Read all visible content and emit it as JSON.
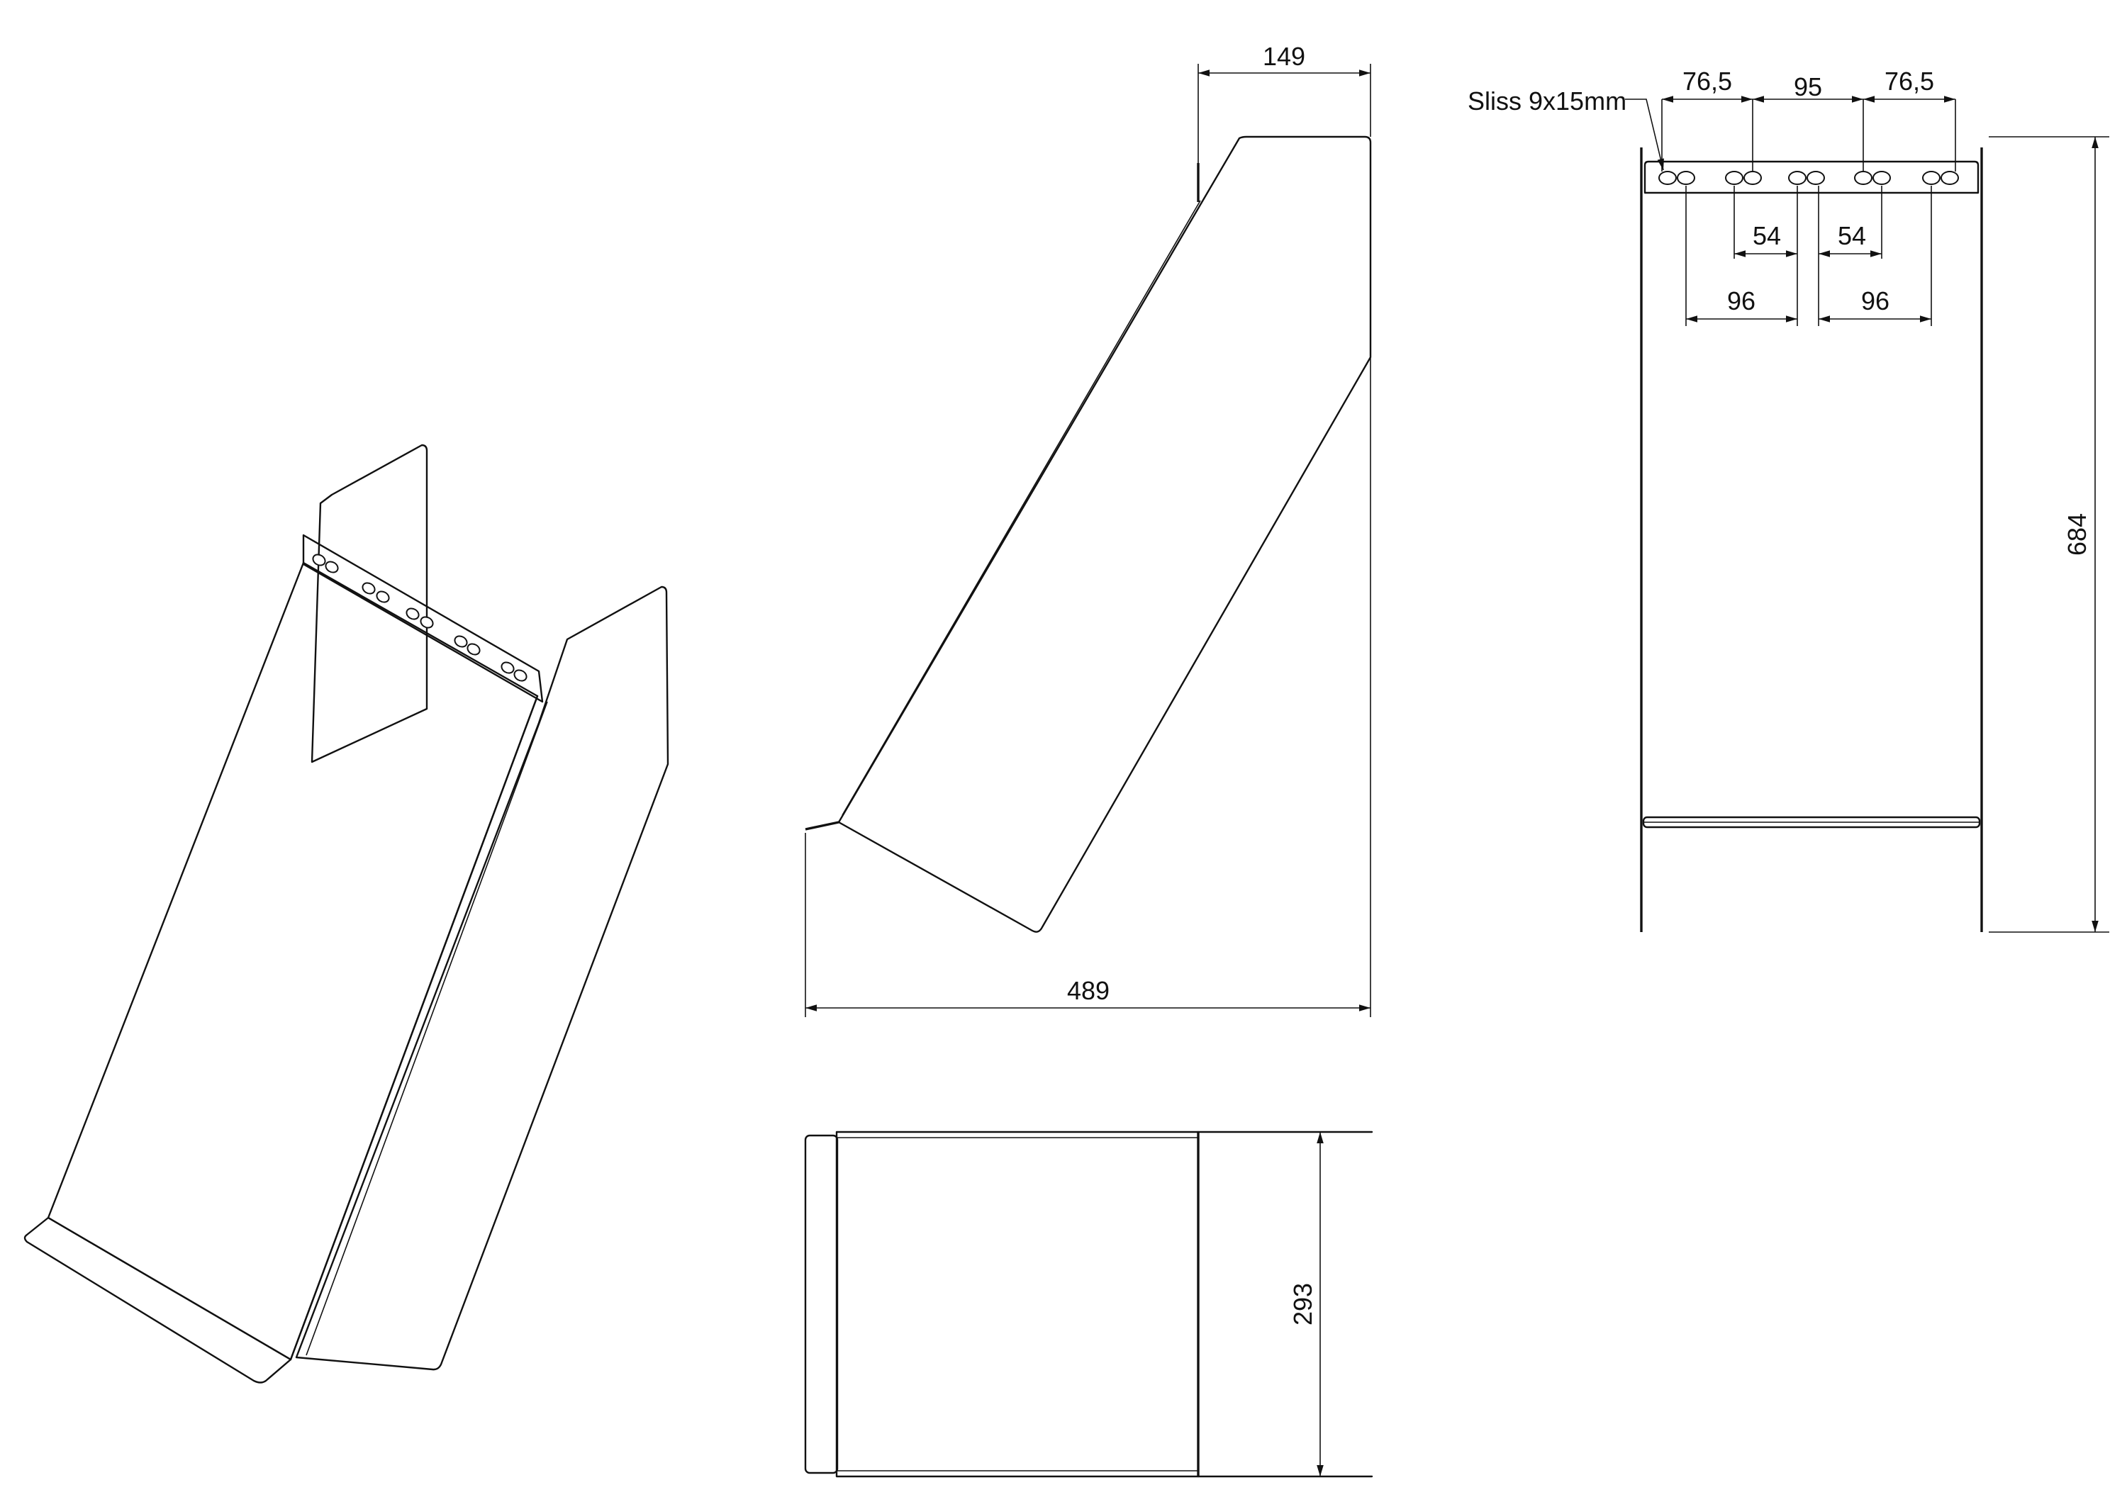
{
  "colors": {
    "line": "#111111",
    "panel_dark": "#aaaaa5",
    "panel_light": "#c6c6c6",
    "flange": "#dcdcd8",
    "background": "#ffffff"
  },
  "labels": {
    "side_top_width": "149",
    "side_overall_depth": "489",
    "plan_width": "293",
    "front_height": "684",
    "slot_note": "Sliss 9x15mm",
    "front_top_left": "76,5",
    "front_top_middle": "95",
    "front_top_right": "76,5",
    "front_inner_left": "54",
    "front_inner_right": "54",
    "front_lower_left": "96",
    "front_lower_right": "96"
  }
}
